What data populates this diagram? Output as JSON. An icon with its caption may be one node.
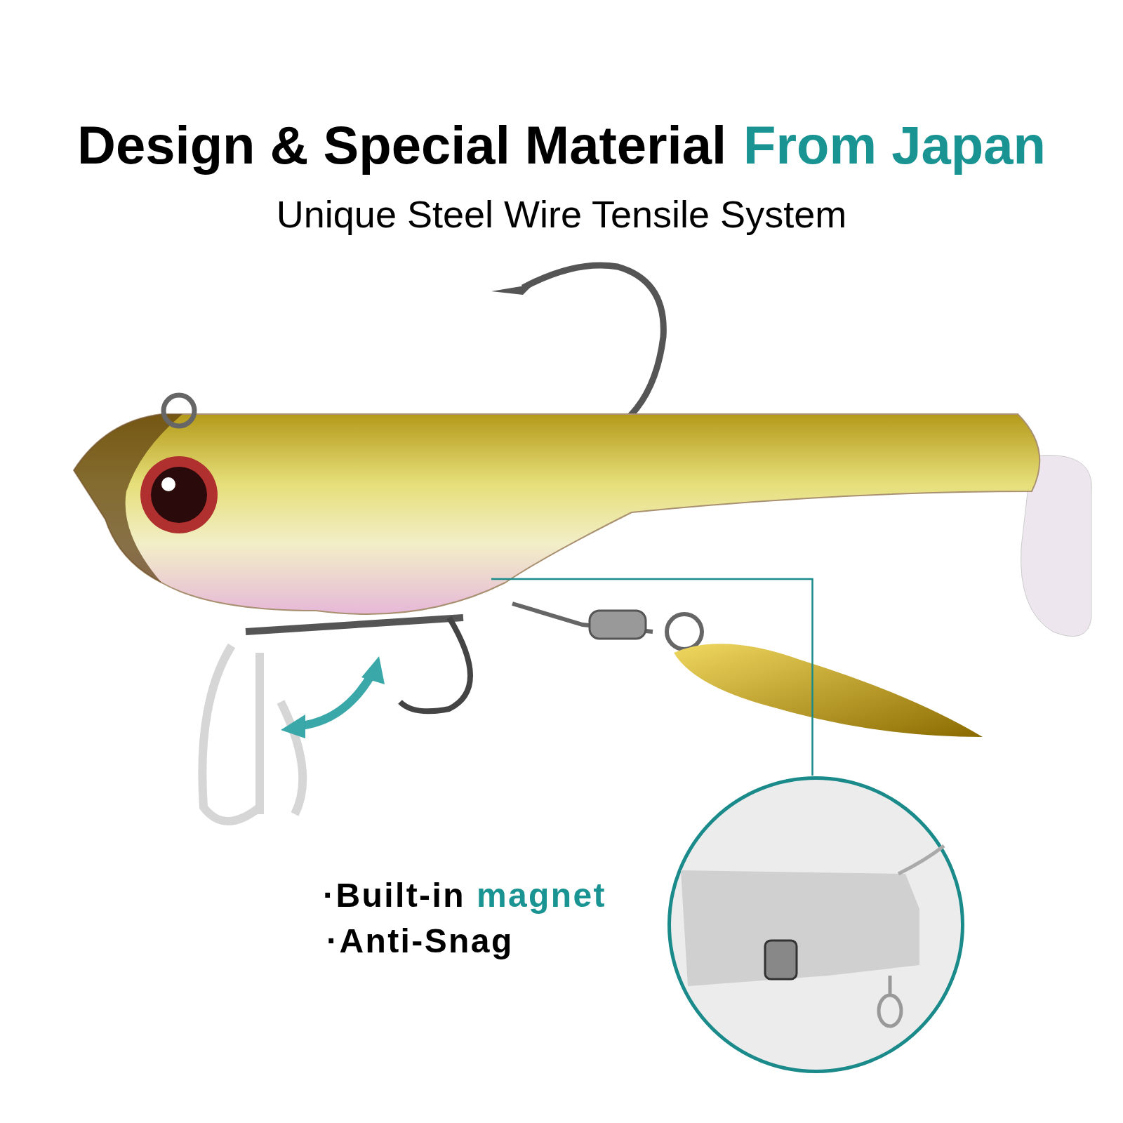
{
  "diagram": {
    "nodes": [
      {
        "text": [],
        "shape": "picture"
      },
      {
        "text": [],
        "shape": "circle"
      }
    ],
    "edges": [
      {
        "from": 1,
        "to": 0,
        "arrow": "none",
        "color": "#1a8a8a"
      }
    ],
    "labels": [
      "Design & Special Material",
      "From Japan",
      "Unique Steel Wire Tensile System",
      "·Built-in",
      "magnet",
      "·Anti-Snag"
    ]
  }
}
